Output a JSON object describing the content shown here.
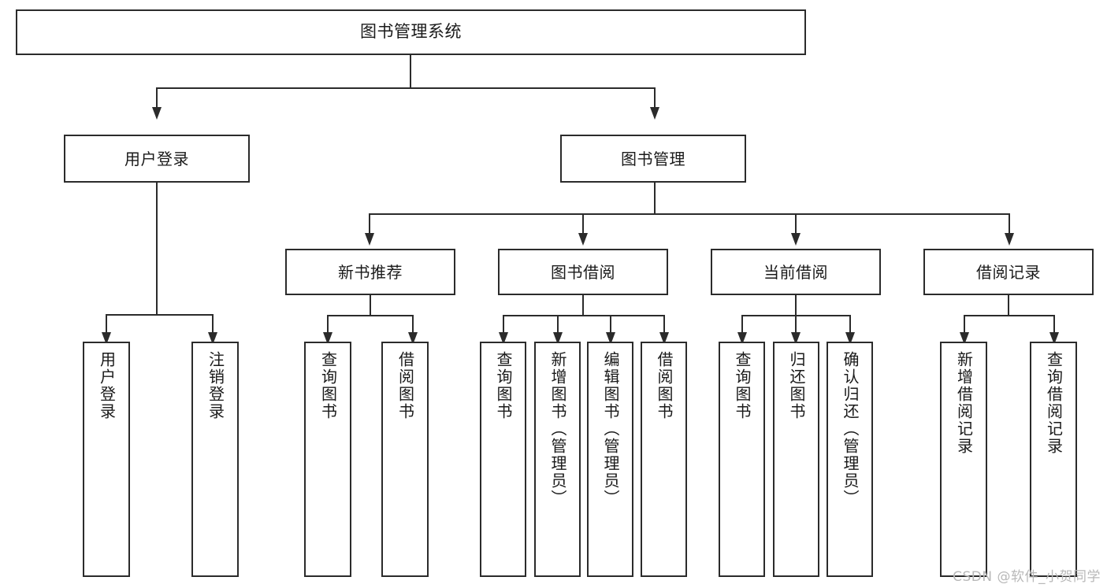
{
  "diagram": {
    "type": "tree-hierarchy",
    "title": "图书管理系统",
    "root": {
      "label": "图书管理系统"
    },
    "level2": [
      {
        "label": "用户登录"
      },
      {
        "label": "图书管理"
      }
    ],
    "level3": [
      {
        "label": "新书推荐"
      },
      {
        "label": "图书借阅"
      },
      {
        "label": "当前借阅"
      },
      {
        "label": "借阅记录"
      }
    ],
    "leaves": {
      "user_login": [
        {
          "label": "用户登录"
        },
        {
          "label": "注销登录"
        }
      ],
      "new_book_recommend": [
        {
          "label": "查询图书"
        },
        {
          "label": "借阅图书"
        }
      ],
      "book_borrow": [
        {
          "label": "查询图书"
        },
        {
          "label": "新增图书（管理员）"
        },
        {
          "label": "编辑图书（管理员）"
        },
        {
          "label": "借阅图书"
        }
      ],
      "current_borrow": [
        {
          "label": "查询图书"
        },
        {
          "label": "归还图书"
        },
        {
          "label": "确认归还（管理员）"
        }
      ],
      "borrow_records": [
        {
          "label": "新增借阅记录"
        },
        {
          "label": "查询借阅记录"
        }
      ]
    }
  },
  "watermark": {
    "text": "CSDN @软件_小贺同学"
  },
  "colors": {
    "border": "#2b2b2b",
    "background": "#ffffff",
    "text": "#1a1a1a",
    "watermark": "#b8b8b8"
  }
}
